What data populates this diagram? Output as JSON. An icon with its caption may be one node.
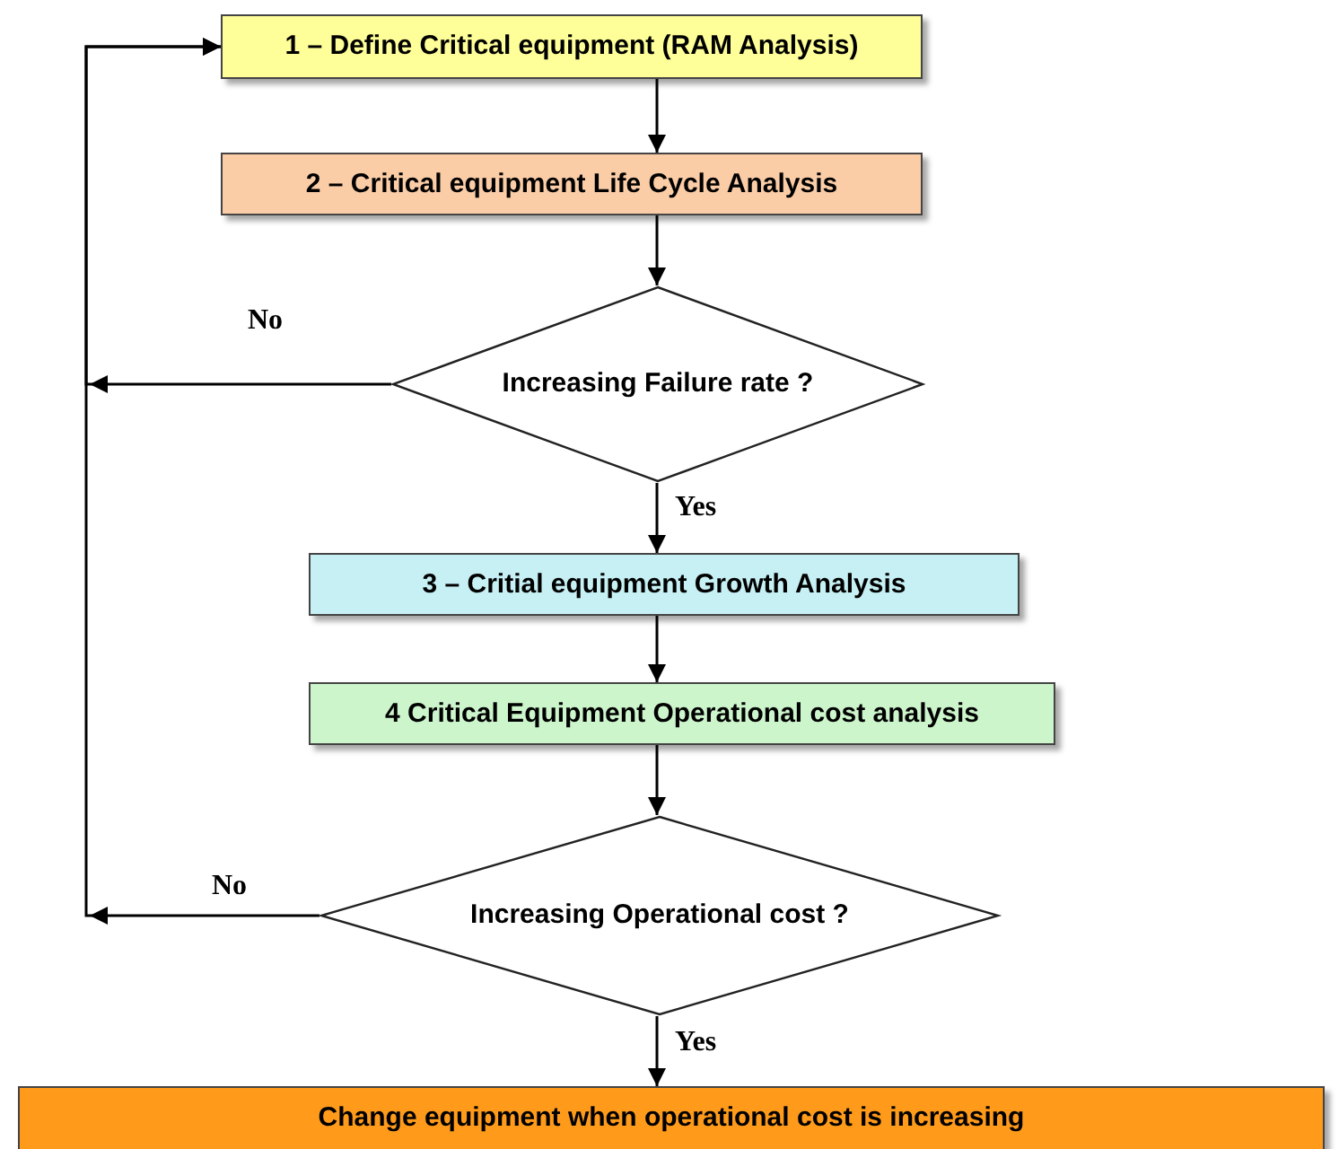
{
  "diagram": {
    "nodes": [
      {
        "text": [
          "1 – Define Critical equipment (RAM Analysis)"
        ]
      },
      {
        "text": [
          "2 – Critical equipment Life Cycle Analysis"
        ]
      },
      {
        "text": [
          "Increasing Failure rate ?"
        ]
      },
      {
        "text": [
          "3 – Critial equipment Growth Analysis"
        ]
      },
      {
        "text": [
          "4 Critical Equipment Operational cost analysis"
        ]
      },
      {
        "text": [
          "Increasing Operational cost ?"
        ]
      },
      {
        "text": [
          "Change equipment when operational cost is increasing"
        ]
      }
    ],
    "edges": [
      {
        "from": 0,
        "to": 1,
        "arrow": "to"
      },
      {
        "from": 1,
        "to": 2,
        "arrow": "to"
      },
      {
        "from": 2,
        "to": 3,
        "arrow": "to",
        "label": "Yes"
      },
      {
        "from": 3,
        "to": 4,
        "arrow": "to"
      },
      {
        "from": 4,
        "to": 5,
        "arrow": "to"
      },
      {
        "from": 5,
        "to": 6,
        "arrow": "to",
        "label": "Yes"
      },
      {
        "from": 2,
        "to": 0,
        "arrow": "to",
        "label": "No"
      },
      {
        "from": 5,
        "to": 0,
        "arrow": "to",
        "label": "No"
      }
    ]
  }
}
